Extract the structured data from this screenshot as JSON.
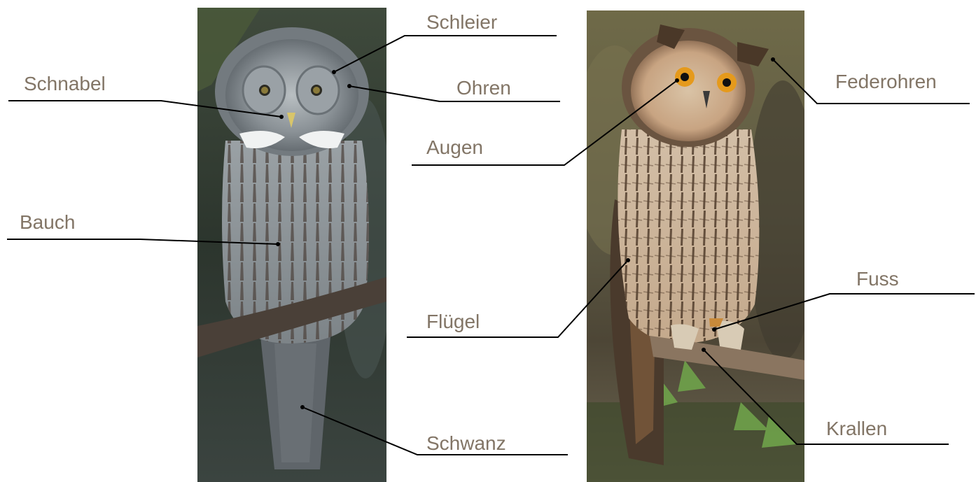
{
  "colors": {
    "label_text": "#827566",
    "leader_line": "#000000",
    "background": "#ffffff"
  },
  "photos": {
    "left": {
      "subject": "great-grey-owl-photo"
    },
    "right": {
      "subject": "long-eared-owl-photo"
    }
  },
  "labels": {
    "schleier": "Schleier",
    "schnabel": "Schnabel",
    "ohren": "Ohren",
    "augen": "Augen",
    "federohren": "Federohren",
    "bauch": "Bauch",
    "fuss": "Fuss",
    "fluegel": "Flügel",
    "krallen": "Krallen",
    "schwanz": "Schwanz"
  }
}
